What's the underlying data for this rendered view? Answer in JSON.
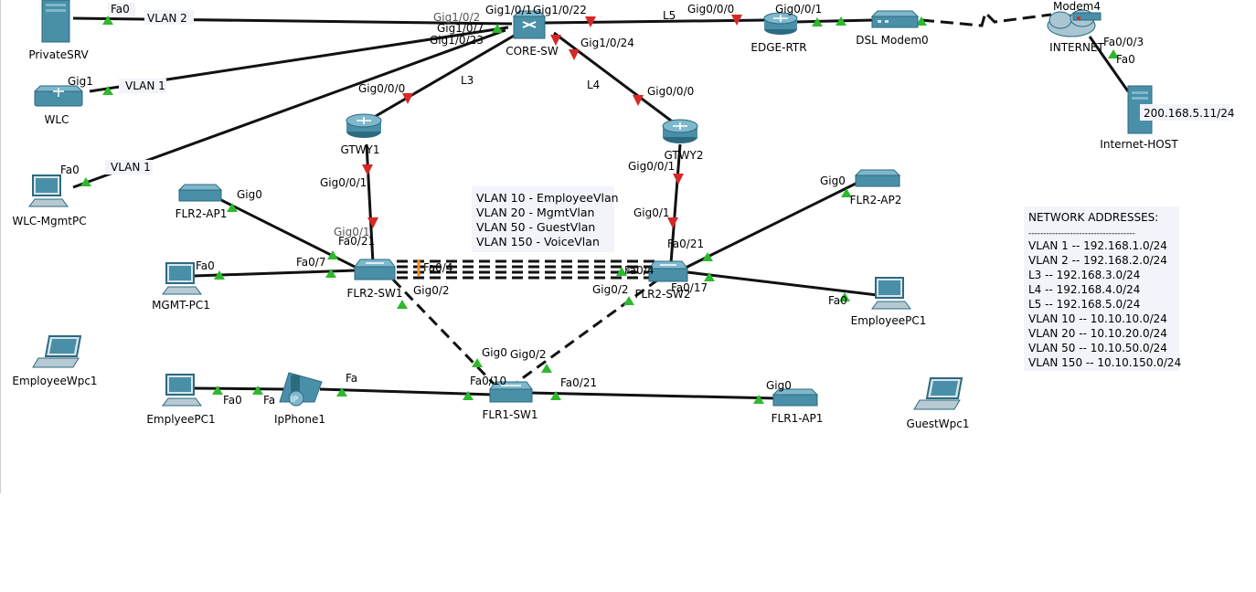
{
  "devices": [
    {
      "id": "privatesrv",
      "label": "PrivateSRV",
      "icon": "server-icon"
    },
    {
      "id": "wlc",
      "label": "WLC",
      "icon": "wlc-icon"
    },
    {
      "id": "wlc-mgmtpc",
      "label": "WLC-MgmtPC",
      "icon": "pc-icon"
    },
    {
      "id": "core-sw",
      "label": "CORE-SW",
      "icon": "multilayer-switch-icon"
    },
    {
      "id": "edge-rtr",
      "label": "EDGE-RTR",
      "icon": "router-icon"
    },
    {
      "id": "dsl-modem0",
      "label": "DSL Modem0",
      "icon": "dsl-modem-icon"
    },
    {
      "id": "internet",
      "label": "INTERNET",
      "icon": "cloud-icon"
    },
    {
      "id": "modem4",
      "label": "Modem4",
      "icon": "modem-icon"
    },
    {
      "id": "internet-host",
      "label": "Internet-HOST",
      "icon": "server-icon"
    },
    {
      "id": "gtwy1",
      "label": "GTWY1",
      "icon": "router-icon"
    },
    {
      "id": "gtwy2",
      "label": "GTWY2",
      "icon": "router-icon"
    },
    {
      "id": "flr2-ap1",
      "label": "FLR2-AP1",
      "icon": "access-point-icon"
    },
    {
      "id": "flr2-ap2",
      "label": "FLR2-AP2",
      "icon": "access-point-icon"
    },
    {
      "id": "mgmt-pc1",
      "label": "MGMT-PC1",
      "icon": "pc-icon"
    },
    {
      "id": "flr2-sw1",
      "label": "FLR2-SW1",
      "icon": "switch-icon"
    },
    {
      "id": "flr2-sw2",
      "label": "FLR2-SW2",
      "icon": "switch-icon"
    },
    {
      "id": "employeepc1-right",
      "label": "EmployeePC1",
      "icon": "pc-icon"
    },
    {
      "id": "employeewpc1",
      "label": "EmployeeWpc1",
      "icon": "laptop-icon"
    },
    {
      "id": "emplyeepc1",
      "label": "EmplyeePC1",
      "icon": "pc-icon"
    },
    {
      "id": "ipphone1",
      "label": "IpPhone1",
      "icon": "ip-phone-icon"
    },
    {
      "id": "flr1-sw1",
      "label": "FLR1-SW1",
      "icon": "switch-icon"
    },
    {
      "id": "flr1-ap1",
      "label": "FLR1-AP1",
      "icon": "access-point-icon"
    },
    {
      "id": "guestwpc1",
      "label": "GuestWpc1",
      "icon": "laptop-icon"
    }
  ],
  "link_labels": [
    "Fa0",
    "VLAN 2",
    "Gig1/0/2",
    "Gig1/0/1",
    "Gig1/0/22",
    "L5",
    "Gig0/0/0",
    "Gig0/0/1",
    "Gig1/0/7",
    "Gig1/0/23",
    "Gig1",
    "VLAN 1",
    "Gig0/0/0",
    "L3",
    "Gig1/0/24",
    "L4",
    "Gig0/0/0",
    "Fa0",
    "VLAN 1",
    "Fa0/0/3",
    "Fa0",
    "Gig0/0/1",
    "Gig0/0/1",
    "Gig0",
    "Gig0",
    "Gig0/1",
    "Gig0/1",
    "Fa0/21",
    "Fa0/21",
    "Fa0",
    "Fa0/7",
    "Fa0/4",
    "Fa0/4",
    "Gig0/2",
    "Gig0/2",
    "Fa0/17",
    "Fa0",
    "Gig0",
    "Gig0/2",
    "Fa0/10",
    "Fa0/21",
    "Gig0",
    "Fa0",
    "Fa",
    "Fa"
  ],
  "host_ip_label": "200.168.5.11/24",
  "vlan_legend": [
    "VLAN 10 - EmployeeVlan",
    "VLAN 20 - MgmtVlan",
    "VLAN 50 - GuestVlan",
    "VLAN 150 - VoiceVlan"
  ],
  "network_addresses": {
    "title": "NETWORK ADDRESSES:",
    "separator": "------------------------------------",
    "rows": [
      "VLAN 1 -- 192.168.1.0/24",
      "VLAN 2 -- 192.168.2.0/24",
      "L3 -- 192.168.3.0/24",
      "L4 -- 192.168.4.0/24",
      "L5 -- 192.168.5.0/24",
      "VLAN 10 -- 10.10.10.0/24",
      "VLAN 20 -- 10.10.20.0/24",
      "VLAN 50 -- 10.10.50.0/24",
      "VLAN 150 -- 10.10.150.0/24"
    ]
  },
  "colors": {
    "link": "#111111",
    "link_up": "#2eb82e",
    "link_down": "#d62828",
    "device_body": "#4a8fa8",
    "device_dark": "#2c6a80",
    "note_bg": "#f2f4fa",
    "trunk_highlight": "#ff8c1a"
  }
}
